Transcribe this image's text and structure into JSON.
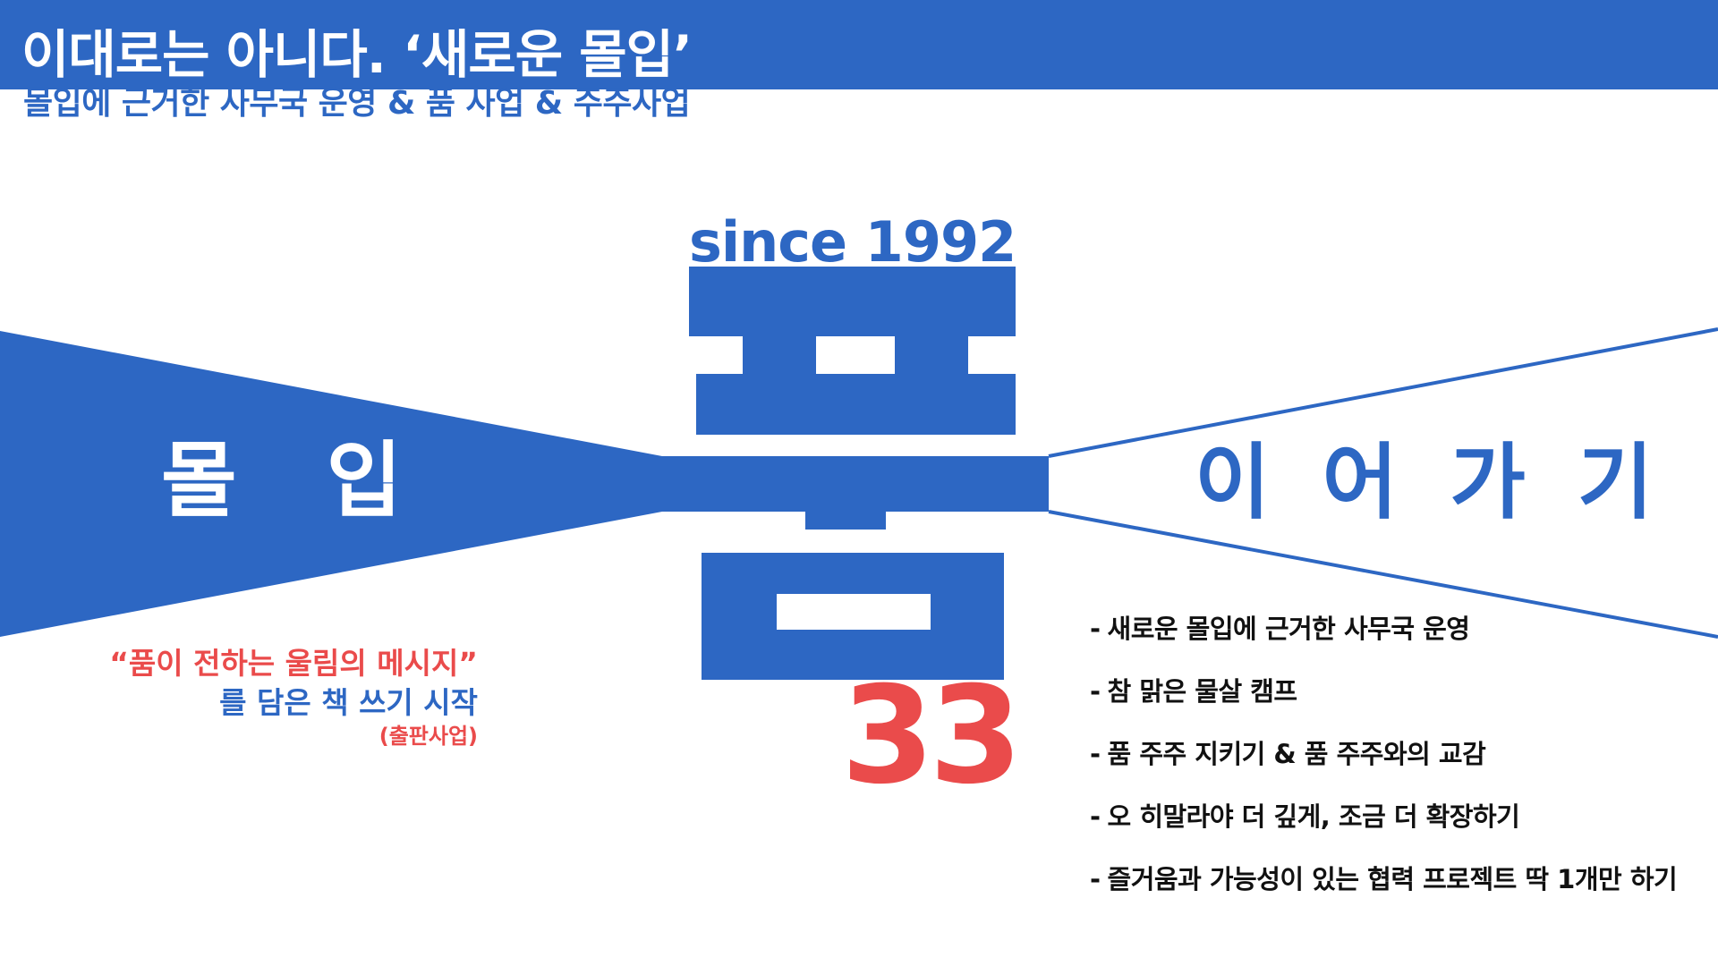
{
  "header": {
    "title": "이대로는 아니다. ‘새로운 몰입’",
    "subtitle": "몰입에 근거한 사무국 운영 & 품 사업 & 주주사업"
  },
  "center": {
    "since_label": "since 1992",
    "main_char": "품",
    "anniversary_number": "33"
  },
  "left_banner": {
    "word": "몰입"
  },
  "right_banner": {
    "word": "이어가기"
  },
  "quote": {
    "line1": "“품이 전하는 울림의 메시지”",
    "line2": "를 담은 책 쓰기 시작",
    "note": "(출판사업)"
  },
  "agenda": {
    "items": [
      "새로운 몰입에 근거한 사무국 운영",
      "참 맑은 물살 캠프",
      "품 주주 지키기 & 품 주주와의 교감",
      "오 히말라야 더 깊게, 조금 더 확장하기",
      "즐거움과 가능성이 있는 협력 프로젝트 딱 1개만 하기"
    ]
  },
  "colors": {
    "brand_blue": "#2d67c3",
    "accent_red": "#ea4b4b",
    "text_dark": "#111111",
    "background": "#ffffff"
  }
}
